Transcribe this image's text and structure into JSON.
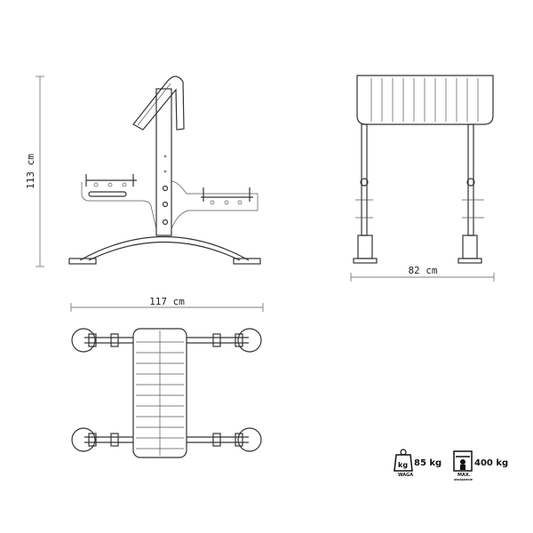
{
  "dimensions": {
    "height": "113 cm",
    "width": "82 cm",
    "length": "117 cm"
  },
  "specs": {
    "weight_value": "85 kg",
    "weight_label": "WAGA",
    "weight_icon_text": "kg",
    "max_load_value": "400 kg",
    "max_load_label": "MAX.",
    "max_load_sublabel": "obciążenie"
  }
}
